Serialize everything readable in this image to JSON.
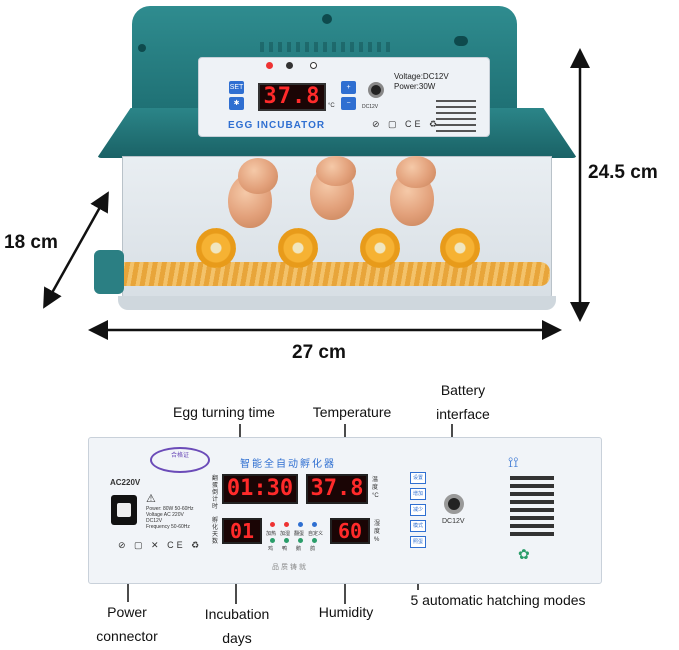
{
  "incubator": {
    "set_button": "SET",
    "display_value": "37.8",
    "display_unit": "°C",
    "title": "EGG INCUBATOR",
    "voltage": "Voltage:DC12V",
    "power": "Power:30W",
    "dc_label": "DC12V",
    "symbols": "⊘ ▢ CE ♻",
    "colors": {
      "lid": "#1e6f73",
      "accent": "#2f6fd1",
      "lcd_text": "#ff2a2a",
      "egg": "#e2a07a",
      "rail": "#e8a53a"
    }
  },
  "dimensions": {
    "depth": "18 cm",
    "height": "24.5 cm",
    "width": "27 cm"
  },
  "panel": {
    "ac_label": "AC220V",
    "brand_title": "智能全自动孵化器",
    "turning_time_display": "01:30",
    "temperature_display": "37.8",
    "days_display": "01",
    "humidity_display": "60",
    "temp_side": "温度 °C",
    "humidity_side": "湿度 %",
    "left_side_top": "翻蛋倒计时",
    "left_side_bottom": "孵化天数",
    "bottom_text": "品质铸就",
    "dc_label": "DC12V",
    "seal_text": "合格证",
    "specs": [
      "Power: 80W 50-60Hz",
      "Voltage AC 220V",
      "DC12V",
      "Frequency 50-60Hz"
    ],
    "led_labels": [
      "加热",
      "加湿",
      "翻蛋",
      "自定义"
    ],
    "led_labels_bottom": [
      "鸡",
      "鸭",
      "鹅",
      "鸽"
    ],
    "modes": [
      "设置",
      "增加",
      "减少",
      "模式",
      "照蛋"
    ],
    "symbols": "⊘ ▢ ✕ CE ♻"
  },
  "labels": {
    "egg_turning": "Egg turning time",
    "temperature": "Temperature",
    "battery": "Battery interface",
    "power_connector": "Power connector",
    "incubation_days": "Incubation days",
    "humidity": "Humidity",
    "modes": "5 automatic hatching modes"
  }
}
